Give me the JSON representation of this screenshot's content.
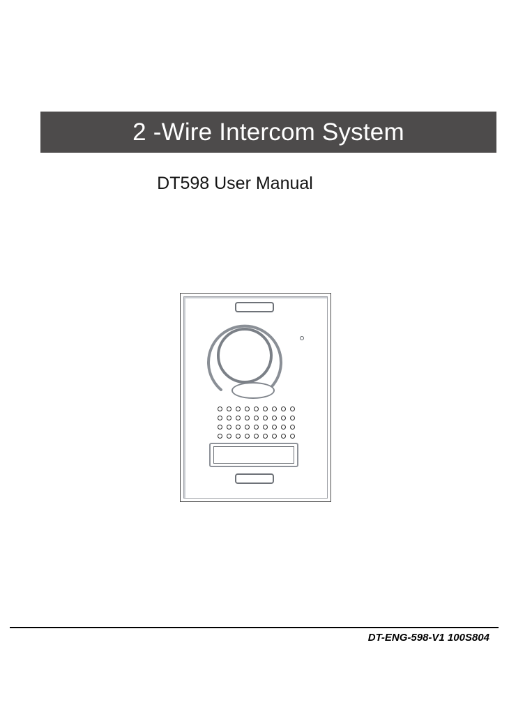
{
  "document": {
    "title": "2 -Wire Intercom System",
    "subtitle": "DT598 User Manual",
    "footer_code": "DT-ENG-598-V1 100S804"
  },
  "colors": {
    "title_bar_background": "#4d4b4b",
    "title_text": "#ffffff",
    "page_background": "#ffffff",
    "line_art_dark": "#4a4a4a",
    "line_art_mid": "#6e7278",
    "line_art_light": "#9a9da3",
    "grille_dot": "#2d2d2d",
    "rule": "#000000"
  },
  "illustration": {
    "name": "door-station-front-view",
    "parts": {
      "slot_top": "ventilation-slot-top",
      "slot_bottom": "ventilation-slot-bottom",
      "camera_ring": "camera-lens-ring",
      "camera_lens": "camera-lens",
      "led_indicator": "led-indicator-dot",
      "oval_button": "microphone-oval",
      "speaker_grille": "speaker-grille",
      "nameplate": "nameplate-label"
    },
    "grille": {
      "columns": 9,
      "rows": 4,
      "total_holes": 36
    }
  }
}
